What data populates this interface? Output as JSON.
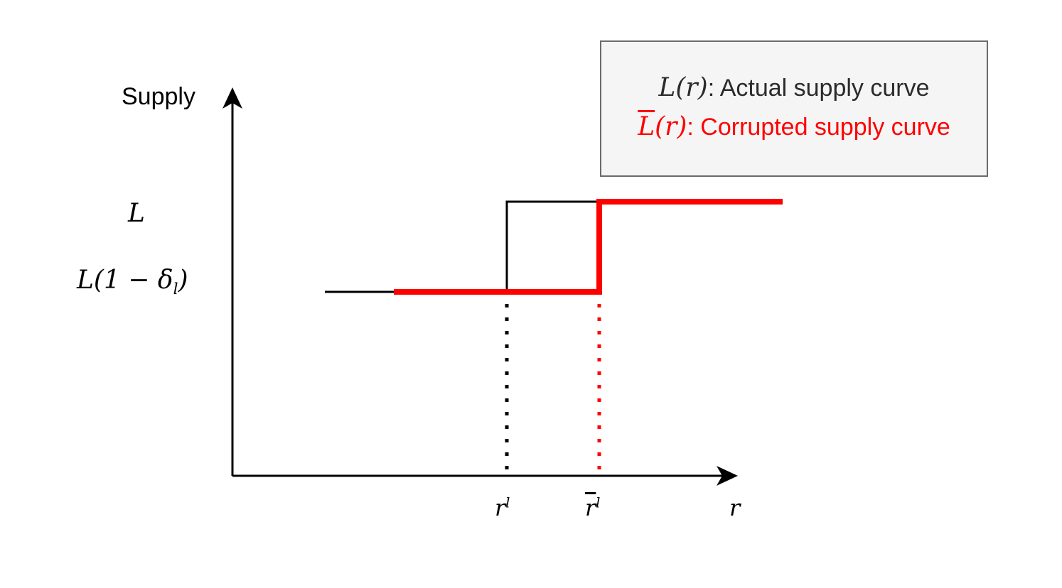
{
  "y_axis_label": "Supply",
  "y_ticks": {
    "upper": "L",
    "lower_main": "L(1 − δ",
    "lower_sub": "l",
    "lower_close": ")"
  },
  "x_ticks": {
    "r_l_base": "r",
    "r_l_sup": "l",
    "rbar_l_base": "r",
    "rbar_l_sup": "l",
    "axis_var": "r"
  },
  "legend": {
    "actual_symbol": "L(r)",
    "actual_text": ": Actual supply curve",
    "corrupted_symbol": "L",
    "corrupted_symbol_rest": "(r)",
    "corrupted_text": ": Corrupted supply curve"
  },
  "colors": {
    "actual": "#000000",
    "corrupted": "#ff0000",
    "legend_background": "#f5f5f5",
    "legend_border": "#6b6b6b"
  }
}
